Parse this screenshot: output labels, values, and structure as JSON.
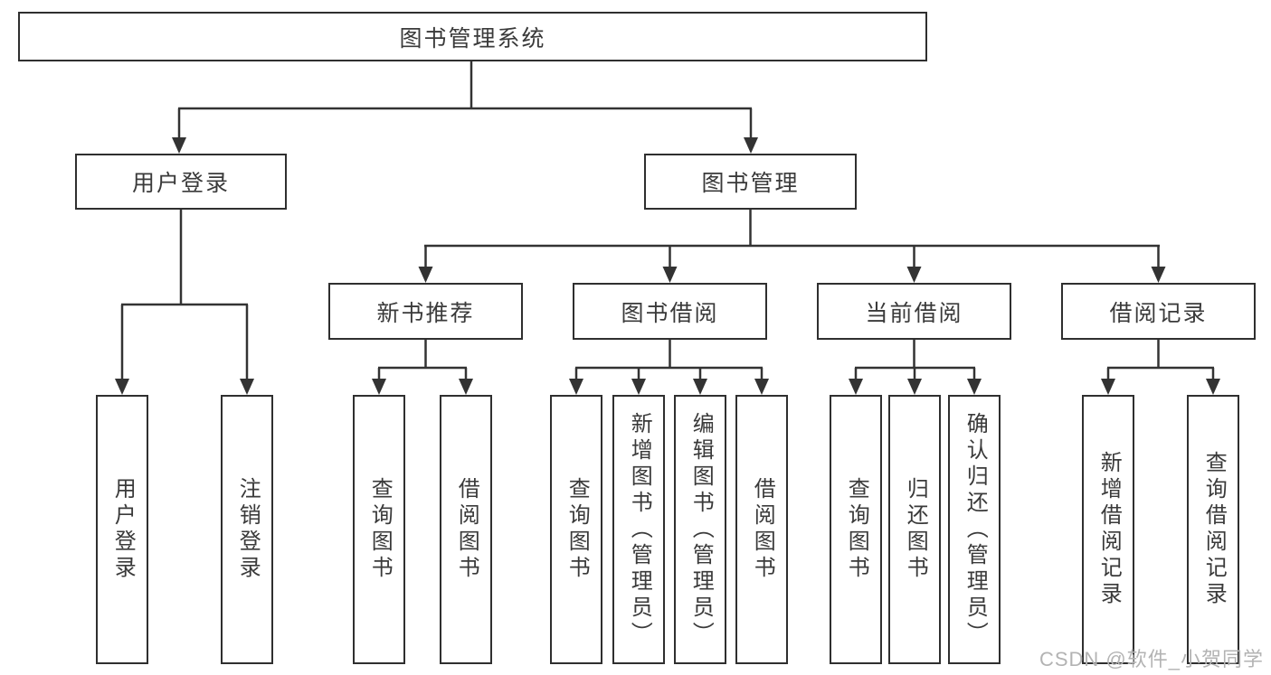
{
  "diagram": {
    "root": {
      "label": "图书管理系统"
    },
    "branches": [
      {
        "label": "用户登录",
        "children": [
          {
            "label": "用户登录"
          },
          {
            "label": "注销登录"
          }
        ]
      },
      {
        "label": "图书管理",
        "children": [
          {
            "label": "新书推荐",
            "children": [
              {
                "label": "查询图书"
              },
              {
                "label": "借阅图书"
              }
            ]
          },
          {
            "label": "图书借阅",
            "children": [
              {
                "label": "查询图书"
              },
              {
                "label": "新增图书（管理员）"
              },
              {
                "label": "编辑图书（管理员）"
              },
              {
                "label": "借阅图书"
              }
            ]
          },
          {
            "label": "当前借阅",
            "children": [
              {
                "label": "查询图书"
              },
              {
                "label": "归还图书"
              },
              {
                "label": "确认归还（管理员）"
              }
            ]
          },
          {
            "label": "借阅记录",
            "children": [
              {
                "label": "新增借阅记录"
              },
              {
                "label": "查询借阅记录"
              }
            ]
          }
        ]
      }
    ]
  },
  "watermark": {
    "text": "CSDN @软件_小贺同学"
  },
  "colors": {
    "line": "#333333",
    "box_border": "#2f2f2f",
    "text": "#3a3a3a",
    "watermark": "#b3b3b3",
    "background": "#ffffff"
  }
}
